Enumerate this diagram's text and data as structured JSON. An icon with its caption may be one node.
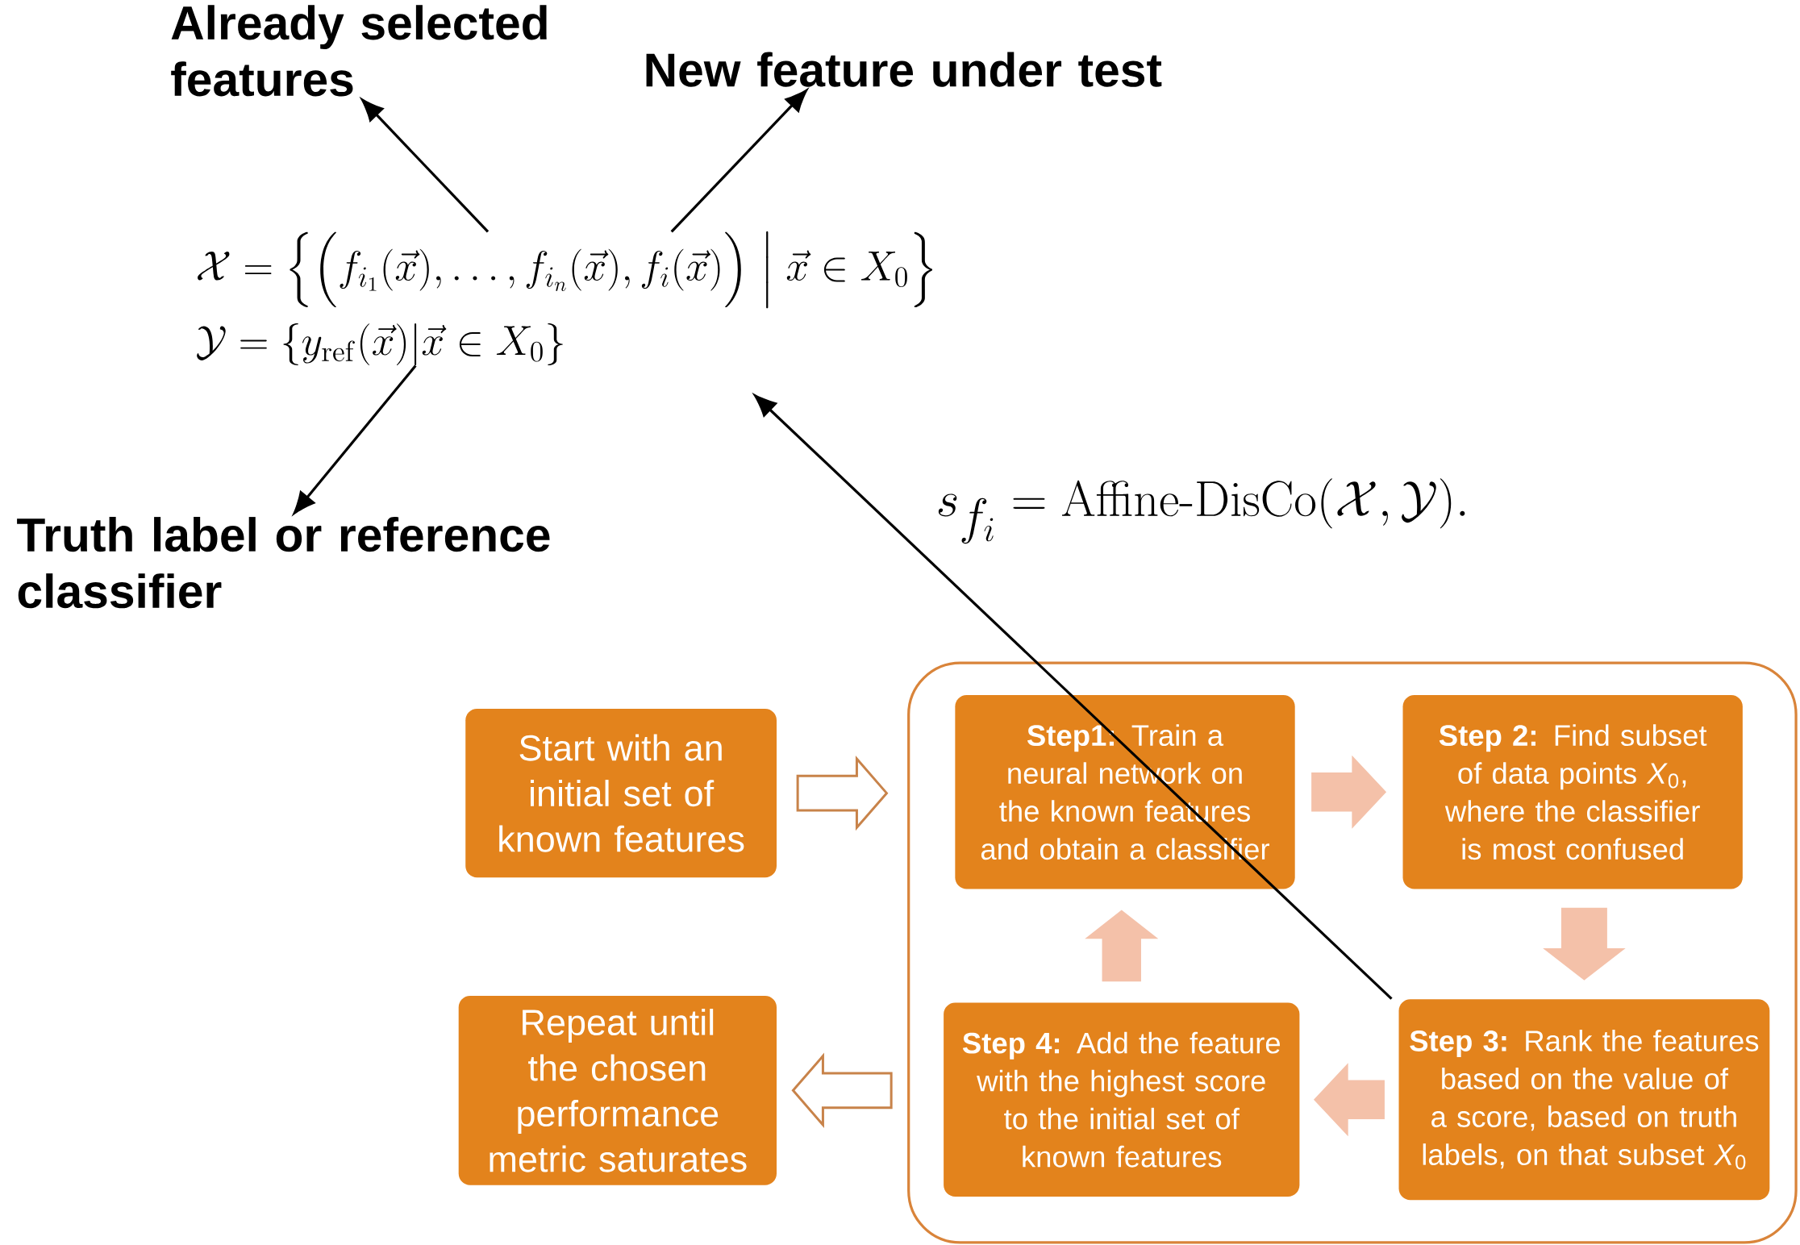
{
  "diagram": {
    "nodes": [
      {
        "text": [
          "Already selected features"
        ]
      },
      {
        "text": [
          "New feature under test"
        ]
      },
      {
        "text": [
          "\\mathcal{X}=\\Bigl\\{\\Bigl(f_{i_1}(\\vec{x}),\\dots,f_{i_n}(\\vec{x}),f_i(\\vec{x})\\Bigr)\\Bigm|\\vec{x}\\in X_0\\Bigr\\}"
        ]
      },
      {
        "text": [
          "\\mathcal{Y}=\\{y_{\\mathrm{ref}}(\\vec{x})|\\vec{x}\\in X_0\\}"
        ]
      },
      {
        "text": [
          "Truth label or reference classifier"
        ]
      },
      {
        "text": [
          "s_{f_i}=\\operatorname{Affine-DisCo}(\\mathcal{X},\\mathcal{Y})."
        ]
      },
      {
        "text": [],
        "shape": "box"
      },
      {
        "text": [
          "Start with an initial set of known features"
        ]
      },
      {
        "text": [
          "**Step1:** Train a neural network on the known features and obtain a classifier"
        ],
        "in": 6
      },
      {
        "text": [
          "**Step 2:** Find subset of data points *X*$_{0}$, where the classifier is most confused"
        ],
        "in": 6
      },
      {
        "text": [
          "**Step 3:** Rank the features based on the value of a score, based on truth labels, on that subset *X*$_{0}$"
        ],
        "in": 6
      },
      {
        "text": [
          "**Step 4:** Add the feature with the highest score to the initial set of known features"
        ],
        "in": 6
      },
      {
        "text": [
          "Repeat until the chosen performance metric saturates"
        ]
      }
    ],
    "edges": [
      {
        "from": 2,
        "to": 0,
        "arrow": "to"
      },
      {
        "from": 2,
        "to": 1,
        "arrow": "to"
      },
      {
        "from": 3,
        "to": 4,
        "arrow": "to"
      },
      {
        "from": 10,
        "to": null,
        "arrow": "to"
      },
      {
        "from": 7,
        "to": 6,
        "arrow": "to",
        "style": "thick",
        "color": "#c8834a"
      },
      {
        "from": 8,
        "to": 9,
        "arrow": "to",
        "style": "thick",
        "color": "#f4c1a9"
      },
      {
        "from": 9,
        "to": 10,
        "arrow": "to",
        "style": "thick",
        "color": "#f4c1a9"
      },
      {
        "from": 10,
        "to": 11,
        "arrow": "to",
        "style": "thick",
        "color": "#f4c1a9"
      },
      {
        "from": 11,
        "to": 8,
        "arrow": "to",
        "style": "thick",
        "color": "#f4c1a9"
      },
      {
        "from": 6,
        "to": 12,
        "arrow": "to",
        "style": "thick",
        "color": "#c8834a"
      }
    ]
  }
}
